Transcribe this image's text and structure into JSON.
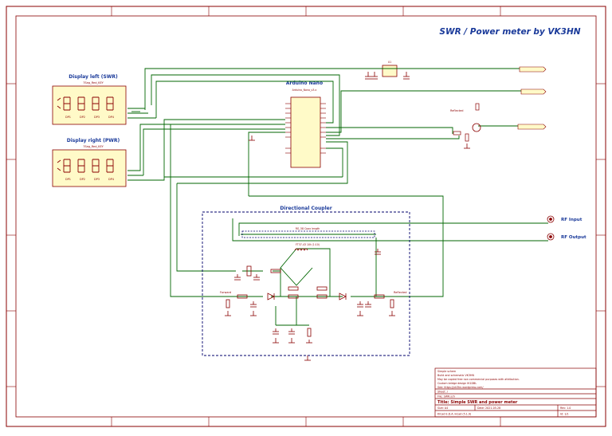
{
  "title": "SWR / Power meter by VK3HN",
  "blocks": {
    "display_left_label": "Display left (SWR)",
    "display_right_label": "Display right (PWR)",
    "arduino_label": "Arduino Nano",
    "coupler_label": "Directional Coupler"
  },
  "ports": {
    "rf_input": "RF Input",
    "rf_output": "RF Output"
  },
  "labels": {
    "forward": "Forward",
    "reflected_top": "Reflected",
    "reflected_bottom": "Reflected"
  },
  "title_block": {
    "notes": [
      "Simple schem",
      "Build and schematic VK3HN",
      "May be copied free non commercial purposes with attribution.",
      "Custom bridge design IK1DBL",
      "See: https://vk3hn.wordpress.com/"
    ],
    "sheet": "Sheet: /",
    "file": "File: SWR.sch",
    "title_line": "Title: Simple SWR and power meter",
    "size": "Size: A4",
    "date": "Date: 2021-05-28",
    "rev": "Rev: 1.0",
    "kicad": "KiCad E.D.A. kicad (5.1.9)",
    "id": "Id: 1/1"
  },
  "colors": {
    "wire": "#006600",
    "component": "#8b0000",
    "fill": "#fffac8",
    "bus": "#00006b",
    "border": "#880000",
    "title": "#1a3a9a"
  }
}
